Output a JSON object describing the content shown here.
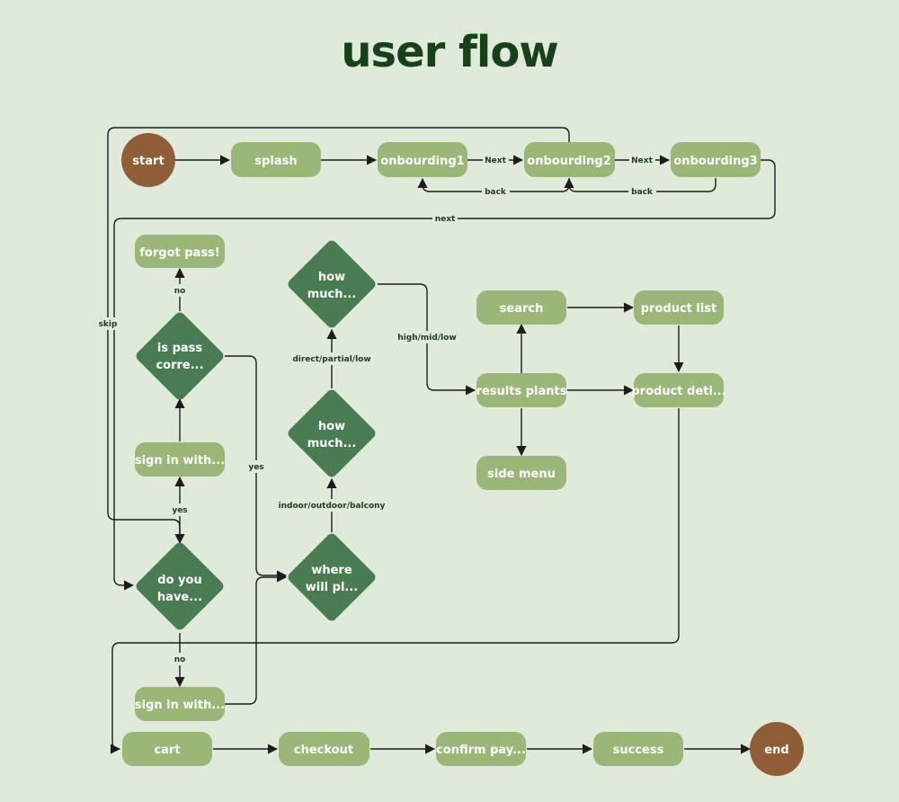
{
  "title": "user flow",
  "nodes": {
    "start": "start",
    "splash": "splash",
    "onb1": "onbourding1",
    "onb2": "onbourding2",
    "onb3": "onbourding3",
    "forgot": "forgot pass!",
    "ispass": [
      "is pass",
      "corre..."
    ],
    "signin1": "sign in with...",
    "doyou": [
      "do you",
      "have..."
    ],
    "signin2": "sign in with...",
    "howmuch1": [
      "how",
      "much..."
    ],
    "howmuch2": [
      "how",
      "much..."
    ],
    "where": [
      "where",
      "will pl..."
    ],
    "search": "search",
    "productlist": "product list",
    "results": "results plants",
    "productdeti": "product deti...",
    "sidemenu": "side menu",
    "cart": "cart",
    "checkout": "checkout",
    "confirm": "confirm pay...",
    "success": "success",
    "end": "end"
  },
  "edges": {
    "next1": "Next",
    "next2": "Next",
    "back1": "back",
    "back2": "back",
    "next3": "next",
    "skip": "skip",
    "no1": "no",
    "yes1": "yes",
    "yes2": "yes",
    "no2": "no",
    "indoor": "indoor/outdoor/balcony",
    "direct": "direct/partial/low",
    "highmid": "high/mid/low"
  },
  "colors": {
    "background": "#dfeadb",
    "title": "#174219",
    "process": "#9ab778",
    "decision": "#4a7c54",
    "terminal": "#8f5d36",
    "line": "#1d1d1d"
  }
}
